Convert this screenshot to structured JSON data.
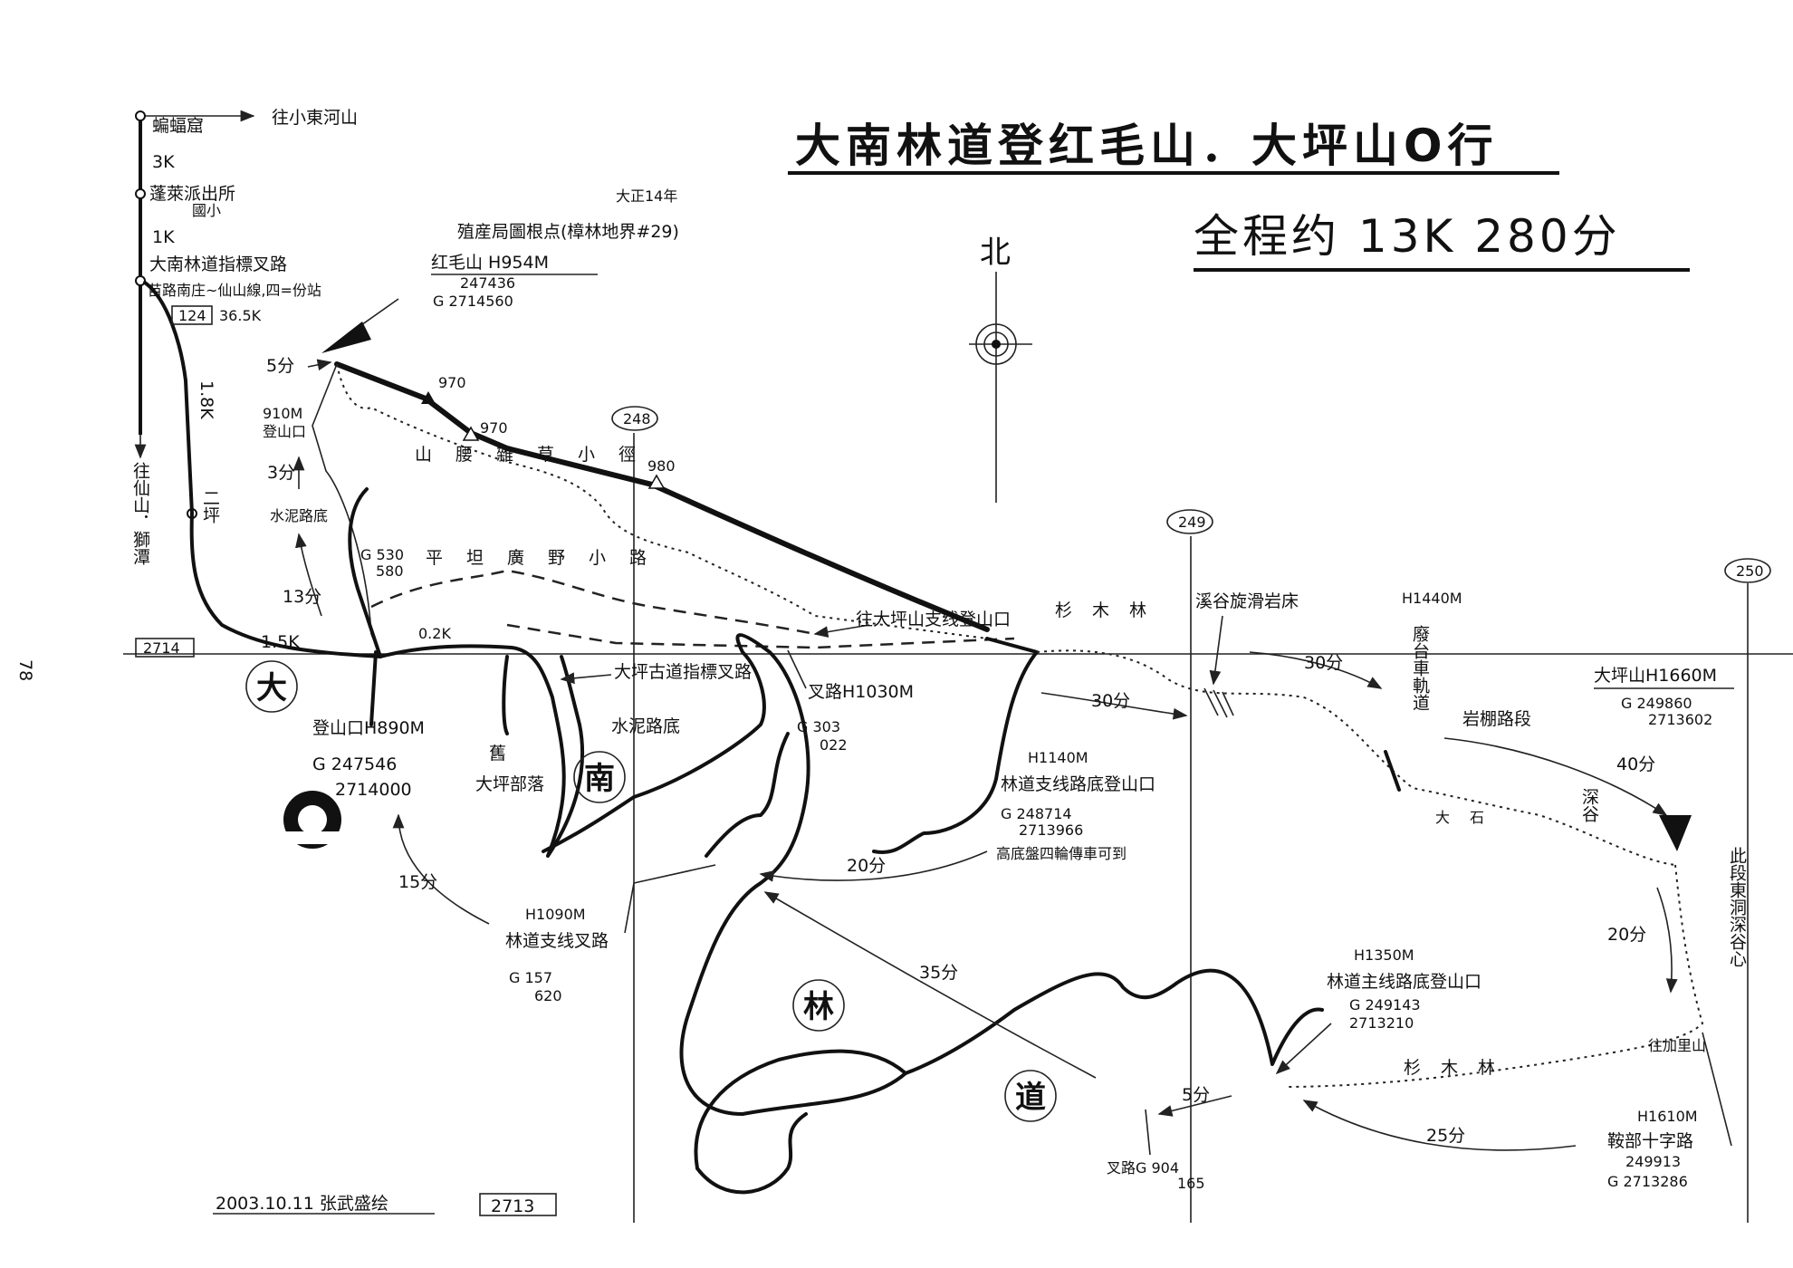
{
  "title": "大南林道登红毛山．大坪山O行",
  "subtitle": "全程约 13K 280分",
  "north_label": "北",
  "page_number": "78",
  "footer": {
    "date_author": "2003.10.11 张武盛绘",
    "grid_ref": "2713"
  },
  "grid": {
    "easting_labels": [
      "248",
      "249",
      "250"
    ],
    "northing_label": "2714"
  },
  "left_route": {
    "station1": "蝙蝠窟",
    "to_east": "往小東河山",
    "d1": "3K",
    "station2": "蓬萊派出所",
    "station2_sub": "國小",
    "d2": "1K",
    "junction": "大南林道指標叉路",
    "junction_note": "苗路南庄~仙山線,四=份站",
    "km_box": "124",
    "km_value": "36.5K",
    "d3": "1.8K",
    "village": "二坪",
    "to_south": "往仙山．獅潭",
    "d4": "1.5K"
  },
  "peaks": {
    "hongmao_note_year": "大正14年",
    "hongmao_note": "殖産局圖根点(樟林地界#29)",
    "hongmao_name": "红毛山 H954M",
    "hongmao_e": "247436",
    "hongmao_g": "G 2714560",
    "daping_name": "大坪山H1660M",
    "daping_g": "G 249860",
    "daping_n": "2713602"
  },
  "elevations": [
    "970",
    "970",
    "980"
  ],
  "features": {
    "shanyao": "山腰雜草小徑",
    "pingtan": "平坦廣野小路",
    "trailhead_910": "910M",
    "trailhead_910_label": "登山口",
    "cement_road_top": "水泥路底",
    "g530": "G 530",
    "g580": "580",
    "dist_02": "0.2K",
    "daping_old_sign": "大坪古道指標叉路",
    "cement_road_bottom": "水泥路底",
    "trailhead_890": "登山口H890M",
    "g890_e": "G 247546",
    "g890_n": "2714000",
    "daping_village": "大坪部落",
    "village_pre": "舊",
    "branch_1030": "叉路H1030M",
    "g303": "G 303",
    "g022": "022",
    "to_branch": "往大坪山支线登山口",
    "sugi1": "杉木林",
    "stream": "溪谷旋滑岩床",
    "h1140": "H1140M",
    "branch_trailhead": "林道支线路底登山口",
    "g248714": "G 248714",
    "g2713966": "2713966",
    "four_wheel": "高底盤四輪傳車可到",
    "h1090": "H1090M",
    "branch_junction": "林道支线叉路",
    "g157": "G 157",
    "g620": "620",
    "h1440": "H1440M",
    "abandoned_rail": "廢台車軌道",
    "rock_slope": "岩棚路段",
    "deep_valley": "深谷",
    "big_rock": "大石",
    "h1350": "H1350M",
    "main_trailhead": "林道主线路底登山口",
    "g249143": "G 249143",
    "g2713210": "2713210",
    "sugi2": "杉木林",
    "branch_904": "叉路G 904",
    "g165": "165",
    "h1610": "H1610M",
    "saddle": "鞍部十字路",
    "g249913": "249913",
    "g2713286": "G 2713286",
    "to_jiali": "往加里山",
    "east_note": "此段東洞深谷心"
  },
  "times": [
    "5分",
    "3分",
    "13分",
    "15分",
    "20分",
    "35分",
    "30分",
    "30分",
    "40分",
    "20分",
    "25分",
    "5分"
  ],
  "road_chars": [
    "大",
    "南",
    "林",
    "道"
  ]
}
